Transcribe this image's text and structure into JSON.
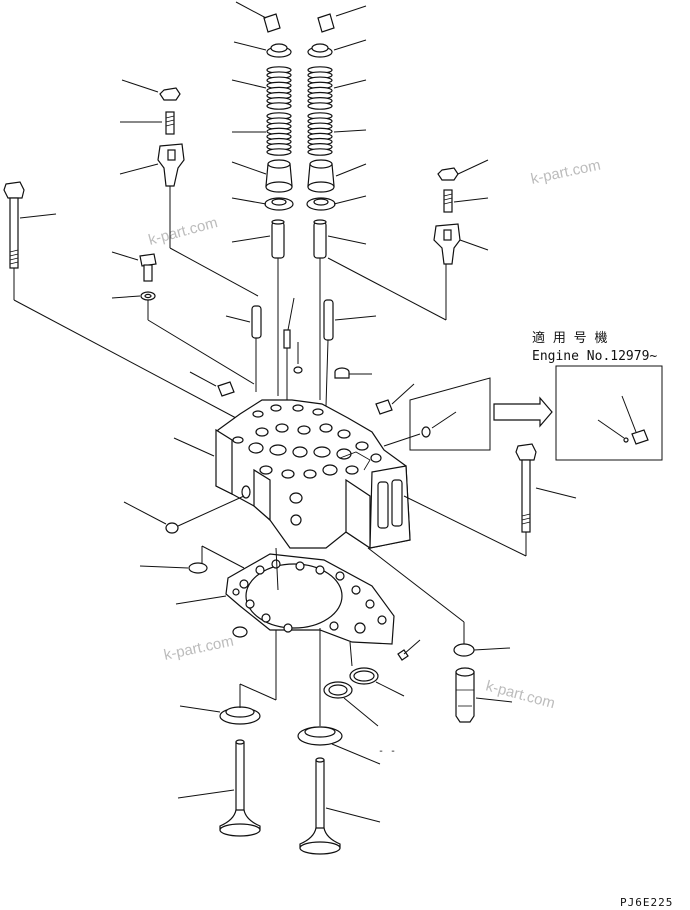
{
  "applicability": {
    "heading": "適 用 号 機",
    "engine_label": "Engine No.12979~"
  },
  "drawing_code": "PJ6E225",
  "watermarks": [
    "k-part.com",
    "k-part.com",
    "k-part.com",
    "k-part.com"
  ],
  "minor_mark": "- -"
}
